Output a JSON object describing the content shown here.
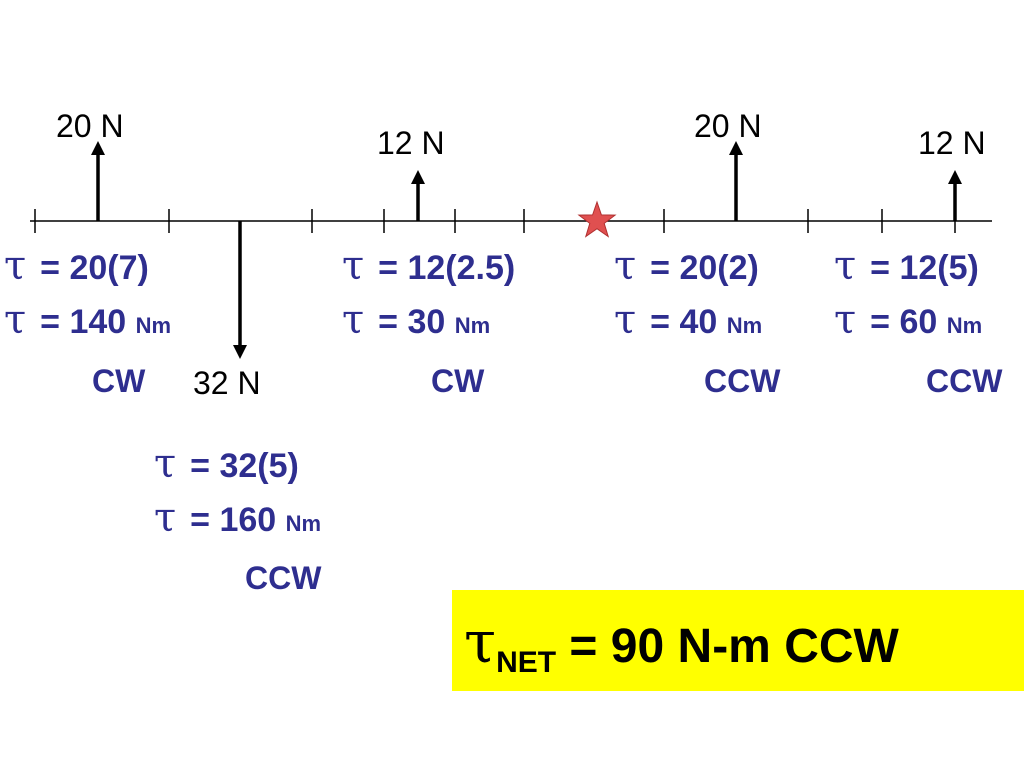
{
  "colors": {
    "equation_text": "#2e2e8f",
    "net_box_bg": "#ffff00",
    "pivot_star": "#e05050"
  },
  "forces": [
    {
      "label": "20 N",
      "direction": "up"
    },
    {
      "label": "32 N",
      "direction": "down"
    },
    {
      "label": "12 N",
      "direction": "up"
    },
    {
      "label": "20 N",
      "direction": "up"
    },
    {
      "label": "12 N",
      "direction": "up"
    }
  ],
  "pivot_icon": "star-icon",
  "torques": [
    {
      "tau": "τ",
      "line1": "= 20(7)",
      "line2": "= 140",
      "unit": "Nm",
      "direction": "CW"
    },
    {
      "tau": "τ",
      "line1": "= 32(5)",
      "line2": "= 160",
      "unit": "Nm",
      "direction": "CCW"
    },
    {
      "tau": "τ",
      "line1": "= 12(2.5)",
      "line2": "= 30",
      "unit": "Nm",
      "direction": "CW"
    },
    {
      "tau": "τ",
      "line1": "= 20(2)",
      "line2": "= 40",
      "unit": "Nm",
      "direction": "CCW"
    },
    {
      "tau": "τ",
      "line1": "= 12(5)",
      "line2": "= 60",
      "unit": "Nm",
      "direction": "CCW"
    }
  ],
  "net": {
    "tau": "τ",
    "subscript": "NET",
    "text": " = 90 N-m CCW"
  }
}
